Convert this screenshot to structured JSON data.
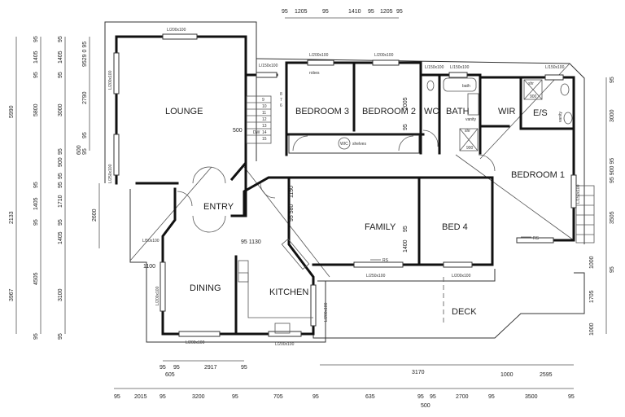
{
  "rooms": {
    "lounge": "LOUNGE",
    "bedroom3": "BEDROOM 3",
    "bedroom2": "BEDROOM 2",
    "wc": "WC",
    "bath": "BATH",
    "wir": "WIR",
    "ensuite": "E/S",
    "bedroom1": "BEDROOM 1",
    "entry": "ENTRY",
    "family": "FAMILY",
    "bed4": "BED 4",
    "dining": "DINING",
    "kitchen": "KITCHEN",
    "deck": "DECK"
  },
  "windows": {
    "w200": "L/200x100",
    "w150": "L/150x100",
    "w250": "L/250x100",
    "w150b": "L/150x100",
    "w250b": "L/250x100",
    "w50": "L/50x100"
  },
  "fixtures": {
    "bath": "bath",
    "vanity": "vanity",
    "shr": "shr",
    "s900": "900",
    "wic": "WIC",
    "shelves": "shelves",
    "robes": "robes",
    "rs": "RS",
    "stair": [
      "8",
      "7",
      "6",
      "9",
      "10",
      "11",
      "12",
      "13",
      "14",
      "15",
      "DW"
    ]
  },
  "dims": {
    "top": [
      "95",
      "1205",
      "95",
      "1410",
      "95",
      "1205",
      "95"
    ],
    "left_outer": [
      "5990",
      "2133",
      "3967"
    ],
    "left_col1": [
      "95",
      "1405",
      "95",
      "5800",
      "95",
      "1405",
      "95",
      "4505",
      "95"
    ],
    "left_col2": [
      "95",
      "1405",
      "95",
      "3000",
      "95",
      "900",
      "95",
      "95",
      "1710",
      "95",
      "1405",
      "3100",
      "95"
    ],
    "left_col3": [
      "9529 0 95",
      "2790",
      "95",
      "600",
      "95"
    ],
    "entry_side": "2600",
    "interior": [
      "500",
      "2005",
      "95",
      "1150",
      "95 580",
      "95 1130",
      "1400",
      "95",
      "1100"
    ],
    "bottom_row1": [
      "95",
      "95",
      "605",
      "2917",
      "95"
    ],
    "bottom_row2": [
      "95",
      "2015",
      "95",
      "3200",
      "95",
      "705",
      "95",
      "635",
      "95",
      "95",
      "500",
      "2700",
      "95",
      "3500",
      "95"
    ],
    "bottom_row3": [
      "3170",
      "1000",
      "2595"
    ],
    "right": [
      "95",
      "3000",
      "95 900 95",
      "3505",
      "1000",
      "95",
      "1705",
      "1000"
    ]
  }
}
